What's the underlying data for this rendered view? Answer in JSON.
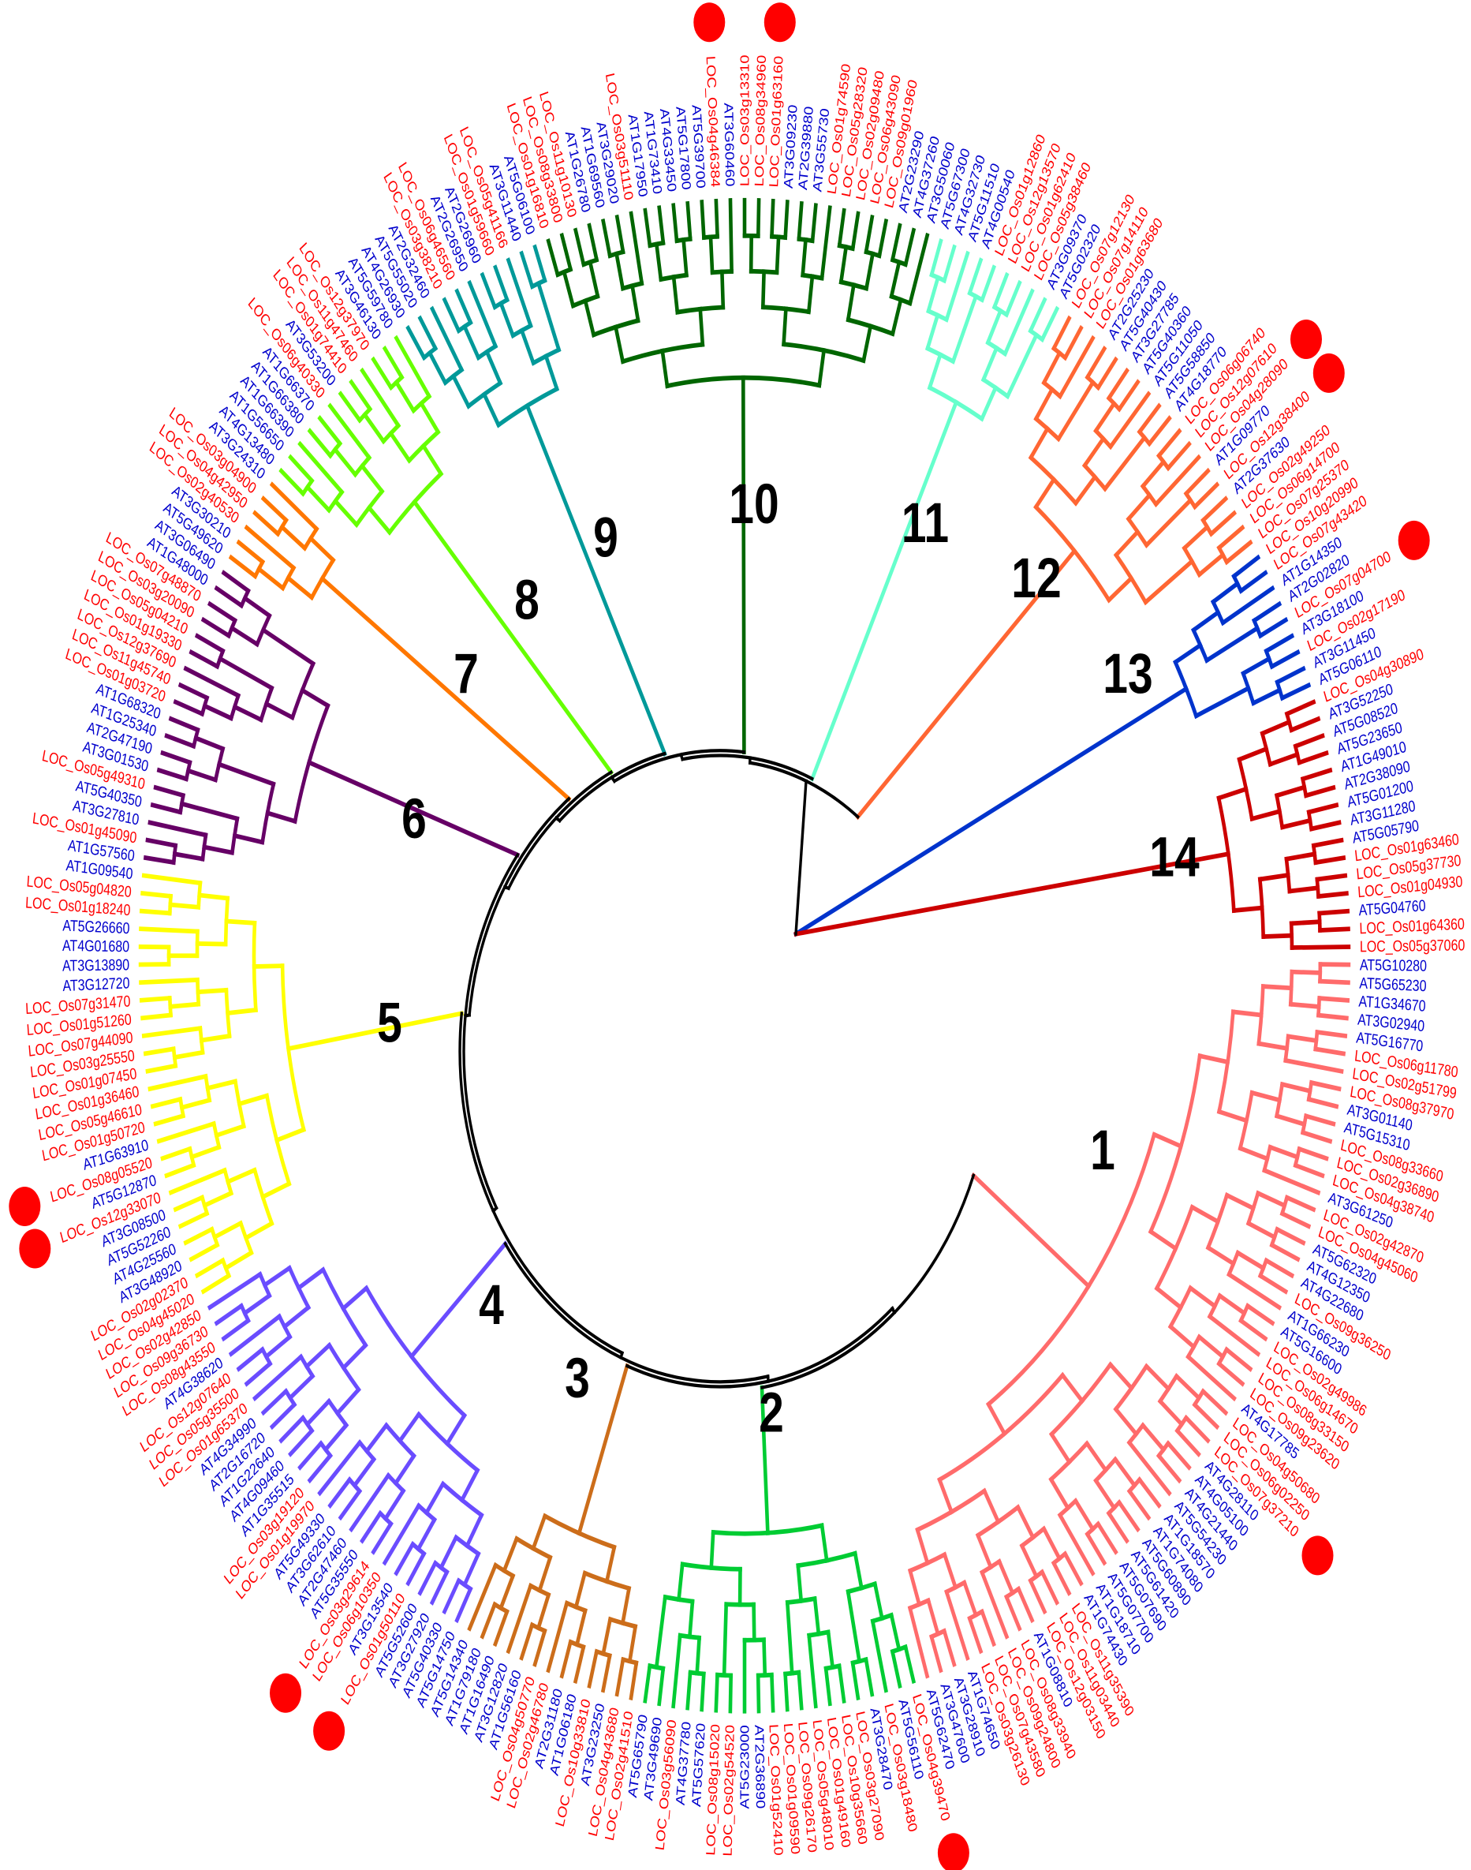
{
  "label_colors": {
    "arabidopsis": "#0000cc",
    "rice": "#ff0000"
  },
  "backbone_color": "#000000",
  "marker_color": "#ff0000",
  "clades": [
    {
      "number": "1",
      "color": "#ff6b6b",
      "leaves": [
        "AT5G10280",
        "AT5G65230",
        "AT1G34670",
        "AT3G02940",
        "AT5G16770",
        "LOC_Os06g11780",
        "LOC_Os02g51799",
        "LOC_Os08g37970",
        "AT3G01140",
        "AT5G15310",
        "LOC_Os08g33660",
        "LOC_Os02g36890",
        "LOC_Os04g38740",
        "AT3G61250",
        "LOC_Os02g42870",
        "LOC_Os04g45060",
        "AT5G62320",
        "AT4G12350",
        "AT4G22680",
        "LOC_Os09g36250",
        "AT1G66230",
        "AT5G16600",
        "LOC_Os02g49986",
        "LOC_Os06g14670",
        "LOC_Os08g33150",
        "LOC_Os09g23620",
        "AT4G17785",
        "LOC_Os04g50680",
        "LOC_Os06g02250",
        "LOC_Os07g37210",
        "AT4G28110",
        "AT4G05100",
        "AT4G21440",
        "AT5G54230",
        "AT1G18570",
        "AT1G74080",
        "AT5G60890",
        "AT5G61420",
        "AT5G07690",
        "AT5G07700",
        "AT1G18710",
        "AT1G74430",
        "LOC_Os11g35390",
        "LOC_Os11g03440",
        "LOC_Os12g03150",
        "AT1G08810",
        "LOC_Os08g33940",
        "LOC_Os09g24800",
        "LOC_Os07g43580",
        "LOC_Os03g26130",
        "AT1G74650",
        "AT3G28910",
        "AT3G47600",
        "AT5G62470"
      ]
    },
    {
      "number": "2",
      "color": "#00cc33",
      "leaves": [
        "LOC_Os04g39470",
        "AT5G56110",
        "LOC_Os03g18480",
        "AT3G28470",
        "LOC_Os03g27090",
        "LOC_Os10g35660",
        "LOC_Os01g49160",
        "LOC_Os05g48010",
        "LOC_Os09g26170",
        "LOC_Os01g09590",
        "LOC_Os01g52410",
        "AT2G36890",
        "AT5G23000",
        "LOC_Os02g54520",
        "LOC_Os08g15020",
        "AT5G57620",
        "AT4G37780",
        "LOC_Os03g56090",
        "AT3G49690",
        "AT5G65790"
      ]
    },
    {
      "number": "3",
      "color": "#cc6d1a",
      "leaves": [
        "LOC_Os02g41510",
        "LOC_Os04g43680",
        "AT3G23250",
        "LOC_Os10g33810",
        "AT1G06180",
        "AT2G31180",
        "LOC_Os02g46780",
        "LOC_Os04g50770",
        "AT1G56160",
        "AT3G12820",
        "AT1G16490",
        "AT1G79180",
        "AT5G14340"
      ]
    },
    {
      "number": "4",
      "color": "#6a4cff",
      "leaves": [
        "AT5G14750",
        "AT5G40330",
        "AT3G27920",
        "AT5G52600",
        "LOC_Os01g50110",
        "AT3G13540",
        "LOC_Os06g10350",
        "LOC_Os03g29614",
        "AT5G35550",
        "AT2G47460",
        "AT3G62610",
        "AT5G49330",
        "LOC_Os01g19970",
        "LOC_Os03g19120",
        "AT1G35515",
        "AT4G09460",
        "AT1G22640",
        "AT2G16720",
        "AT4G34990",
        "LOC_Os01g65370",
        "LOC_Os05g35500",
        "LOC_Os12g07640",
        "AT4G38620",
        "LOC_Os08g43550",
        "LOC_Os09g36730",
        "LOC_Os02g42850"
      ]
    },
    {
      "number": "5",
      "color": "#ffff00",
      "leaves": [
        "LOC_Os04g45020",
        "LOC_Os02g02370",
        "AT3G48920",
        "AT4G25560",
        "AT5G52260",
        "AT3G08500",
        "LOC_Os12g33070",
        "AT5G12870",
        "LOC_Os08g05520",
        "AT1G63910",
        "LOC_Os01g50720",
        "LOC_Os05g46610",
        "LOC_Os01g36460",
        "LOC_Os01g07450",
        "LOC_Os03g25550",
        "LOC_Os07g44090",
        "LOC_Os01g51260",
        "LOC_Os07g31470",
        "AT3G12720",
        "AT3G13890",
        "AT4G01680",
        "AT5G26660",
        "LOC_Os01g18240",
        "LOC_Os05g04820",
        "AT1G09540"
      ]
    },
    {
      "number": "6",
      "color": "#660066",
      "leaves": [
        "AT1G57560",
        "LOC_Os01g45090",
        "AT3G27810",
        "AT5G40350",
        "LOC_Os05g49310",
        "AT3G01530",
        "AT2G47190",
        "AT1G25340",
        "AT1G68320",
        "LOC_Os01g03720",
        "LOC_Os11g45740",
        "LOC_Os12g37690",
        "LOC_Os01g19330",
        "LOC_Os05g04210",
        "LOC_Os03g20090",
        "LOC_Os07g48870",
        "AT1G48000",
        "AT3G06490"
      ]
    },
    {
      "number": "7",
      "color": "#ff7700",
      "leaves": [
        "AT5G49620",
        "AT3G30210",
        "LOC_Os02g40530",
        "LOC_Os04g42950",
        "LOC_Os03g04900",
        "AT3G24310"
      ]
    },
    {
      "number": "8",
      "color": "#66ff00",
      "leaves": [
        "AT4G13480",
        "AT1G56650",
        "AT1G66390",
        "AT1G66380",
        "AT1G66370",
        "LOC_Os06g40330",
        "AT3G53200",
        "LOC_Os01g74410",
        "LOC_Os11g47460",
        "LOC_Os12g37970",
        "AT3G46130",
        "AT5G59780"
      ]
    },
    {
      "number": "9",
      "color": "#009999",
      "leaves": [
        "AT4G26930",
        "AT5G55020",
        "AT2G32460",
        "LOC_Os03g38210",
        "LOC_Os06g46560",
        "AT2G26950",
        "AT2G26960",
        "LOC_Os01g59660",
        "LOC_Os05g41166",
        "AT3G11440",
        "AT5G06100"
      ]
    },
    {
      "number": "10",
      "color": "#006600",
      "leaves": [
        "LOC_Os01g16810",
        "LOC_Os08g33800",
        "LOC_Os11g10130",
        "AT1G26780",
        "AT1G69560",
        "AT3G29020",
        "LOC_Os03g51110",
        "AT1G17950",
        "AT1G73410",
        "AT4G33450",
        "AT5G17800",
        "AT5G39700",
        "LOC_Os04g46384",
        "AT3G60460",
        "LOC_Os03g13310",
        "LOC_Os08g34960",
        "LOC_Os01g63160",
        "AT3G09230",
        "AT2G39880",
        "AT3G55730",
        "LOC_Os01g74590",
        "LOC_Os05g28320",
        "LOC_Os02g09480",
        "LOC_Os06g43090",
        "LOC_Os09g01960",
        "AT2G23290",
        "AT4G37260",
        "AT3G50060"
      ]
    },
    {
      "number": "11",
      "color": "#66ffcc",
      "leaves": [
        "AT5G67300",
        "AT4G32730",
        "AT5G11510",
        "AT4G00540",
        "LOC_Os01g12860",
        "LOC_Os12g13570",
        "LOC_Os01g62410",
        "LOC_Os05g38460",
        "AT3G09370",
        "AT5G02320"
      ]
    },
    {
      "number": "12",
      "color": "#ff6633",
      "leaves": [
        "LOC_Os07g12130",
        "LOC_Os07g14110",
        "LOC_Os01g63680",
        "AT2G25230",
        "AT5G40430",
        "AT3G27785",
        "AT5G40360",
        "AT5G11050",
        "AT5G58850",
        "AT4G18770",
        "LOC_Os06g06740",
        "LOC_Os12g07610",
        "LOC_Os04g28090",
        "AT1G09770",
        "LOC_Os12g38400",
        "AT2G37630",
        "LOC_Os02g49250",
        "LOC_Os06g14700",
        "LOC_Os07g25370"
      ]
    },
    {
      "number": "13",
      "color": "#0033cc",
      "leaves": [
        "LOC_Os10g20990",
        "LOC_Os07g43420",
        "AT1G14350",
        "AT2G02820",
        "LOC_Os07g04700",
        "AT3G18100",
        "LOC_Os02g17190",
        "AT3G11450",
        "AT5G06110"
      ]
    },
    {
      "number": "14",
      "color": "#cc0000",
      "leaves": [
        "LOC_Os04g30890",
        "AT3G52250",
        "AT5G08520",
        "AT5G23650",
        "AT1G49010",
        "AT2G38090",
        "AT5G01200",
        "AT3G11280",
        "AT5G05790",
        "LOC_Os01g63460",
        "LOC_Os05g37730",
        "LOC_Os01g04930",
        "AT5G04760",
        "LOC_Os01g64360",
        "LOC_Os05g37060"
      ]
    }
  ],
  "markers": [
    "LOC_Os04g46384",
    "LOC_Os01g63160",
    "LOC_Os04g28090",
    "LOC_Os12g38400",
    "LOC_Os07g04700",
    "LOC_Os07g37210",
    "LOC_Os04g39470",
    "LOC_Os01g50110",
    "LOC_Os03g29614",
    "LOC_Os12g33070",
    "LOC_Os08g05520"
  ]
}
